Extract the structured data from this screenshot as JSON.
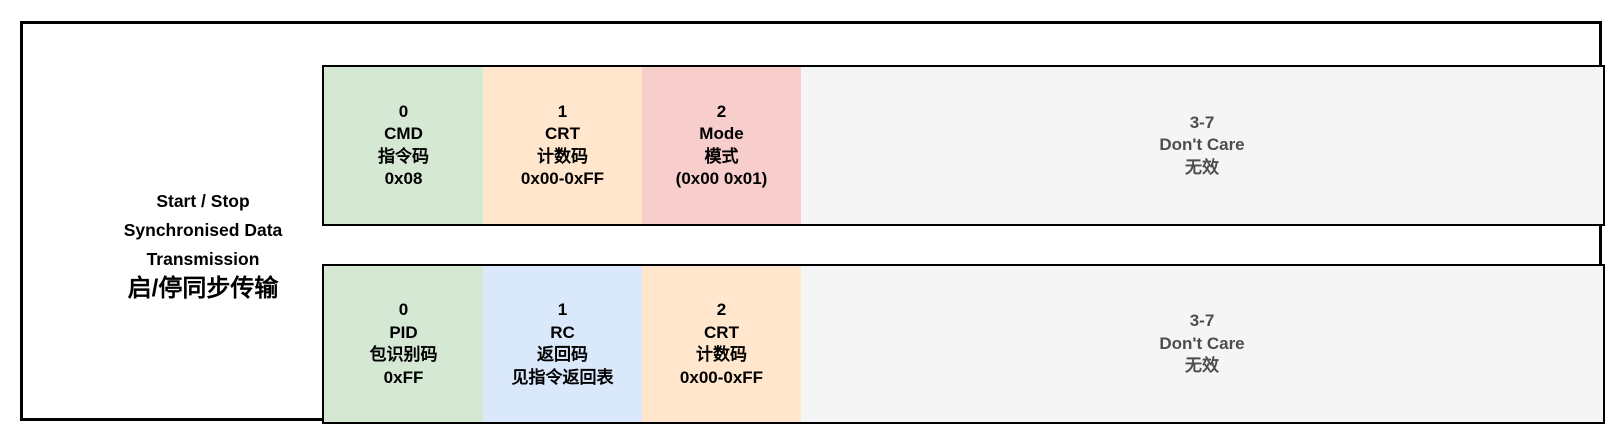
{
  "figure": {
    "side_label": {
      "lines_en": [
        "Start / Stop",
        "Synchronised Data",
        "Transmission"
      ],
      "line_zh": "启/停同步传输"
    },
    "rows": [
      {
        "cells": [
          {
            "lines": [
              "0",
              "CMD",
              "指令码",
              "0x08"
            ],
            "fill": "#d5e8d4",
            "text_color": "#000000"
          },
          {
            "lines": [
              "1",
              "CRT",
              "计数码",
              "0x00-0xFF"
            ],
            "fill": "#ffe6cc",
            "text_color": "#000000"
          },
          {
            "lines": [
              "2",
              "Mode",
              "模式",
              "(0x00 0x01)"
            ],
            "fill": "#f8cecc",
            "text_color": "#000000"
          },
          {
            "lines": [
              "3-7",
              "Don't Care",
              "无效"
            ],
            "fill": "#f5f5f5",
            "text_color": "#4d4d4d",
            "grow": true
          }
        ]
      },
      {
        "cells": [
          {
            "lines": [
              "0",
              "PID",
              "包识别码",
              "0xFF"
            ],
            "fill": "#d5e8d4",
            "text_color": "#000000"
          },
          {
            "lines": [
              "1",
              "RC",
              "返回码",
              "见指令返回表"
            ],
            "fill": "#dae8fc",
            "text_color": "#000000"
          },
          {
            "lines": [
              "2",
              "CRT",
              "计数码",
              "0x00-0xFF"
            ],
            "fill": "#ffe6cc",
            "text_color": "#000000"
          },
          {
            "lines": [
              "3-7",
              "Don't Care",
              "无效"
            ],
            "fill": "#f5f5f5",
            "text_color": "#4d4d4d",
            "grow": true
          }
        ]
      }
    ],
    "colors": {
      "frame_border": "#000000",
      "row_border": "#000000",
      "field_green": "#d5e8d4",
      "field_orange": "#ffe6cc",
      "field_red": "#f8cecc",
      "field_blue": "#dae8fc",
      "field_gray": "#f5f5f5",
      "gray_text": "#4d4d4d"
    }
  }
}
